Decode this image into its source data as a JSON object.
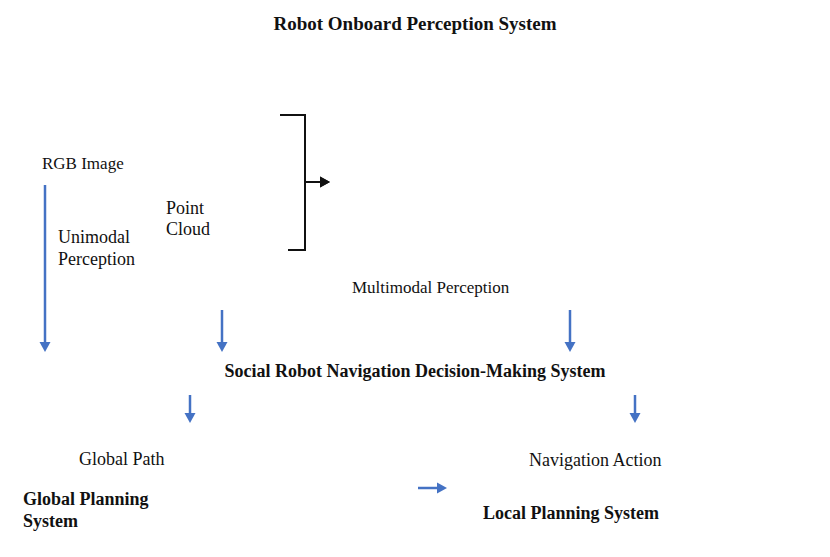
{
  "diagram": {
    "nodes": [
      {
        "text": [
          "Robot Onboard Perception System"
        ]
      },
      {
        "text": [
          "RGB Image"
        ],
        "in": 0
      },
      {
        "text": [
          "Point Cloud"
        ],
        "in": 0
      },
      {
        "text": [
          "Multimodal Perception"
        ],
        "in": 0
      },
      {
        "text": [
          "Social Robot Navigation Decision-Making System"
        ]
      },
      {
        "text": [
          "Global Path",
          "Global Planning System"
        ]
      },
      {
        "text": [
          "Navigation Action",
          "Local Planning System"
        ]
      }
    ],
    "edges": [
      {
        "from": 1,
        "to": 3,
        "arrow": "to"
      },
      {
        "from": 2,
        "to": 3,
        "arrow": "to"
      },
      {
        "from": 1,
        "to": 4,
        "arrow": "to"
      },
      {
        "from": 2,
        "to": 4,
        "arrow": "to"
      },
      {
        "from": 3,
        "to": 4,
        "arrow": "to"
      },
      {
        "from": 4,
        "to": 5,
        "arrow": "to"
      },
      {
        "from": 4,
        "to": 6,
        "arrow": "to"
      },
      {
        "from": 5,
        "to": 6,
        "arrow": "to"
      }
    ],
    "labels": [
      "Unimodal Perception"
    ]
  }
}
